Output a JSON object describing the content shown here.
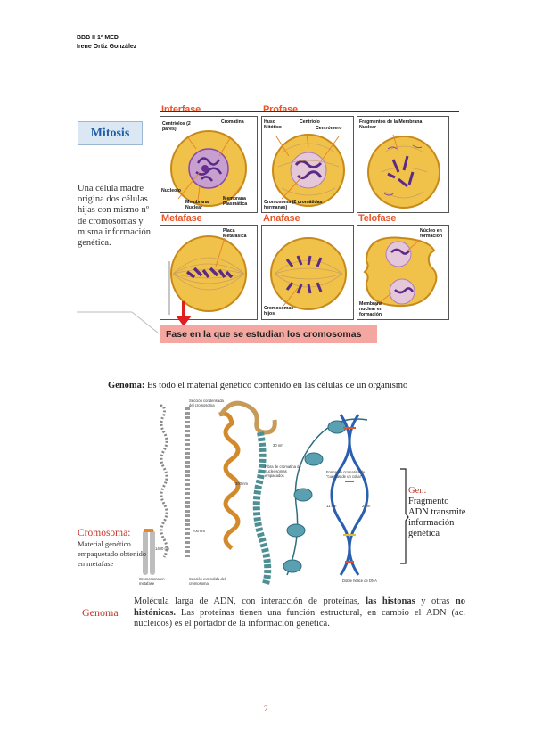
{
  "header": {
    "line1": "BBB II   1º MED",
    "line2": "Irene Ortiz González"
  },
  "mitosis": {
    "title": "Mitosis",
    "description": "Una célula madre origina dos células hijas con mismo nº de cromosomas y misma información genética.",
    "phases": {
      "interfase": {
        "title": "Interfase",
        "labels": [
          "Centriolos (2 pares)",
          "Cromatina",
          "Nucleolo",
          "Membrana Nuclear",
          "Membrana Plasmática"
        ]
      },
      "profase": {
        "title": "Profase",
        "labels": [
          "Huso Mitótico",
          "Centriolo",
          "Centrómero",
          "Cromosoma (2 cromátidas hermanas)"
        ]
      },
      "profase2": {
        "labels": [
          "Fragmentos de la Membrana Nuclear"
        ]
      },
      "metafase": {
        "title": "Metafase",
        "labels": [
          "Placa Metafásica"
        ]
      },
      "anafase": {
        "title": "Anafase",
        "labels": [
          "Cromosomas hijos"
        ]
      },
      "telofase": {
        "title": "Telofase",
        "labels": [
          "Núcleo en formación",
          "Membrana nuclear en formación"
        ]
      }
    },
    "highlight": "Fase en la que se estudian los cromosomas"
  },
  "genoma": {
    "heading_bold": "Genoma:",
    "heading_rest": " Es todo el material genético contenido en las células de un organismo",
    "figure_labels": {
      "seccion_condensada": "Sección condensada del cromosoma",
      "nm30": "30 nm",
      "fibra": "Fibra de cromatina de nucleosomas empacados",
      "forma": "Forma de cromatina de \"cuentas de un collar\"",
      "nm300": "300 nm",
      "nm700": "700 nm",
      "nm1400": "1400 nm",
      "nm11": "11 nm",
      "nm2": "2 nm",
      "cromosoma_metafase": "Cromosoma en metafase",
      "seccion_extendida": "Sección extendida del cromosoma",
      "doble_helice": "Doble hélice de DNA"
    },
    "cromosoma_title": "Cromosoma:",
    "cromosoma_desc": "Material genético empaquetado obtenido en metafase",
    "gen_title": "Gen:",
    "gen_desc": "Fragmento ADN transmite información genética",
    "genoma_label": "Genoma",
    "paragraph_1": "Molécula larga de ADN, con interacción de proteínas, ",
    "paragraph_bold_1": "las histonas",
    "paragraph_2": " y otras ",
    "paragraph_bold_2": "no histónicas.",
    "paragraph_3": " Las proteínas tienen una función estructural, en cambio el ADN (ac. nucleicos) es el portador de la información genética."
  },
  "footer": {
    "page_number": "2"
  },
  "colors": {
    "phase_title": "#e8572a",
    "mitosis_title": "#1f5fa8",
    "highlight_bg": "#f4a7a0",
    "red_side": "#c0392b",
    "cell_fill": "#f1c249",
    "cell_edge": "#c8891b",
    "chromatin": "#7a3fa0"
  }
}
